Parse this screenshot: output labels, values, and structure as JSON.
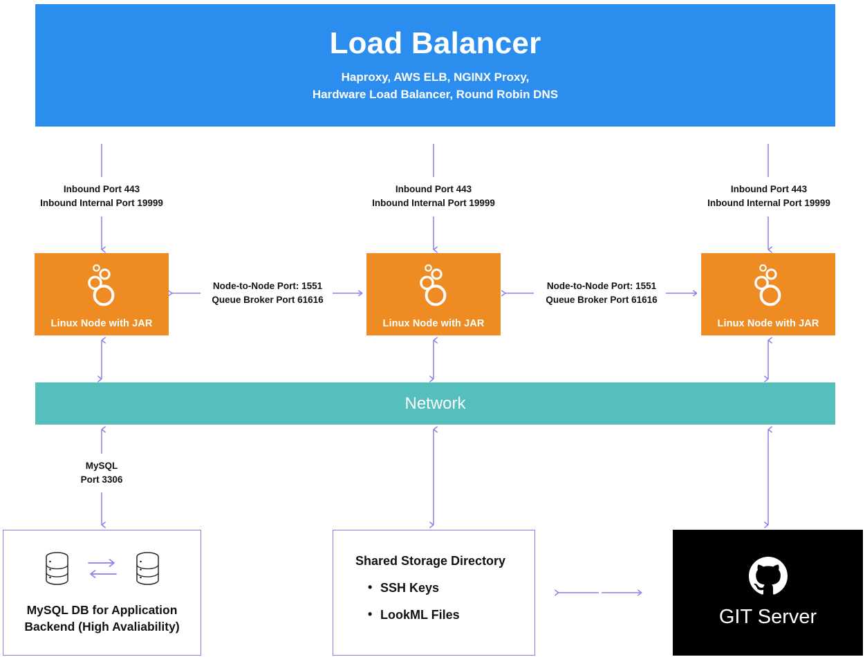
{
  "load_balancer": {
    "title": "Load Balancer",
    "subtitle_line1": "Haproxy, AWS ELB, NGINX Proxy,",
    "subtitle_line2": "Hardware Load Balancer, Round Robin DNS",
    "color": "#2B8EEF"
  },
  "nodes": {
    "color": "#EE8C23",
    "icon": "looker-logo-icon",
    "left": {
      "label": "Linux Node with JAR"
    },
    "middle": {
      "label": "Linux Node with JAR"
    },
    "right": {
      "label": "Linux Node with JAR"
    }
  },
  "inbound_labels": {
    "left": "Inbound Port 443\nInbound Internal Port 19999",
    "middle": "Inbound Port 443\nInbound Internal Port 19999",
    "right": "Inbound Port 443\nInbound Internal Port 19999"
  },
  "node_to_node_labels": {
    "left": "Node-to-Node Port: 1551\nQueue Broker Port 61616",
    "right": "Node-to-Node Port: 1551\nQueue Broker Port 61616"
  },
  "network": {
    "label": "Network",
    "color": "#54BFBD"
  },
  "mysql_connection_label": "MySQL\nPort 3306",
  "mysql_box": {
    "caption_line1": "MySQL DB for Application",
    "caption_line2": "Backend (High Avaliability)",
    "icon_left": "database-cylinder-icon",
    "icon_right": "database-cylinder-icon",
    "border_color": "#8C7DE8"
  },
  "storage_box": {
    "title": "Shared Storage Directory",
    "items": [
      "SSH Keys",
      "LookML Files"
    ],
    "border_color": "#8C7DE8"
  },
  "git_box": {
    "label": "GIT Server",
    "icon": "github-octocat-icon",
    "background": "#000000"
  },
  "arrow_color": "#8C7DE8"
}
